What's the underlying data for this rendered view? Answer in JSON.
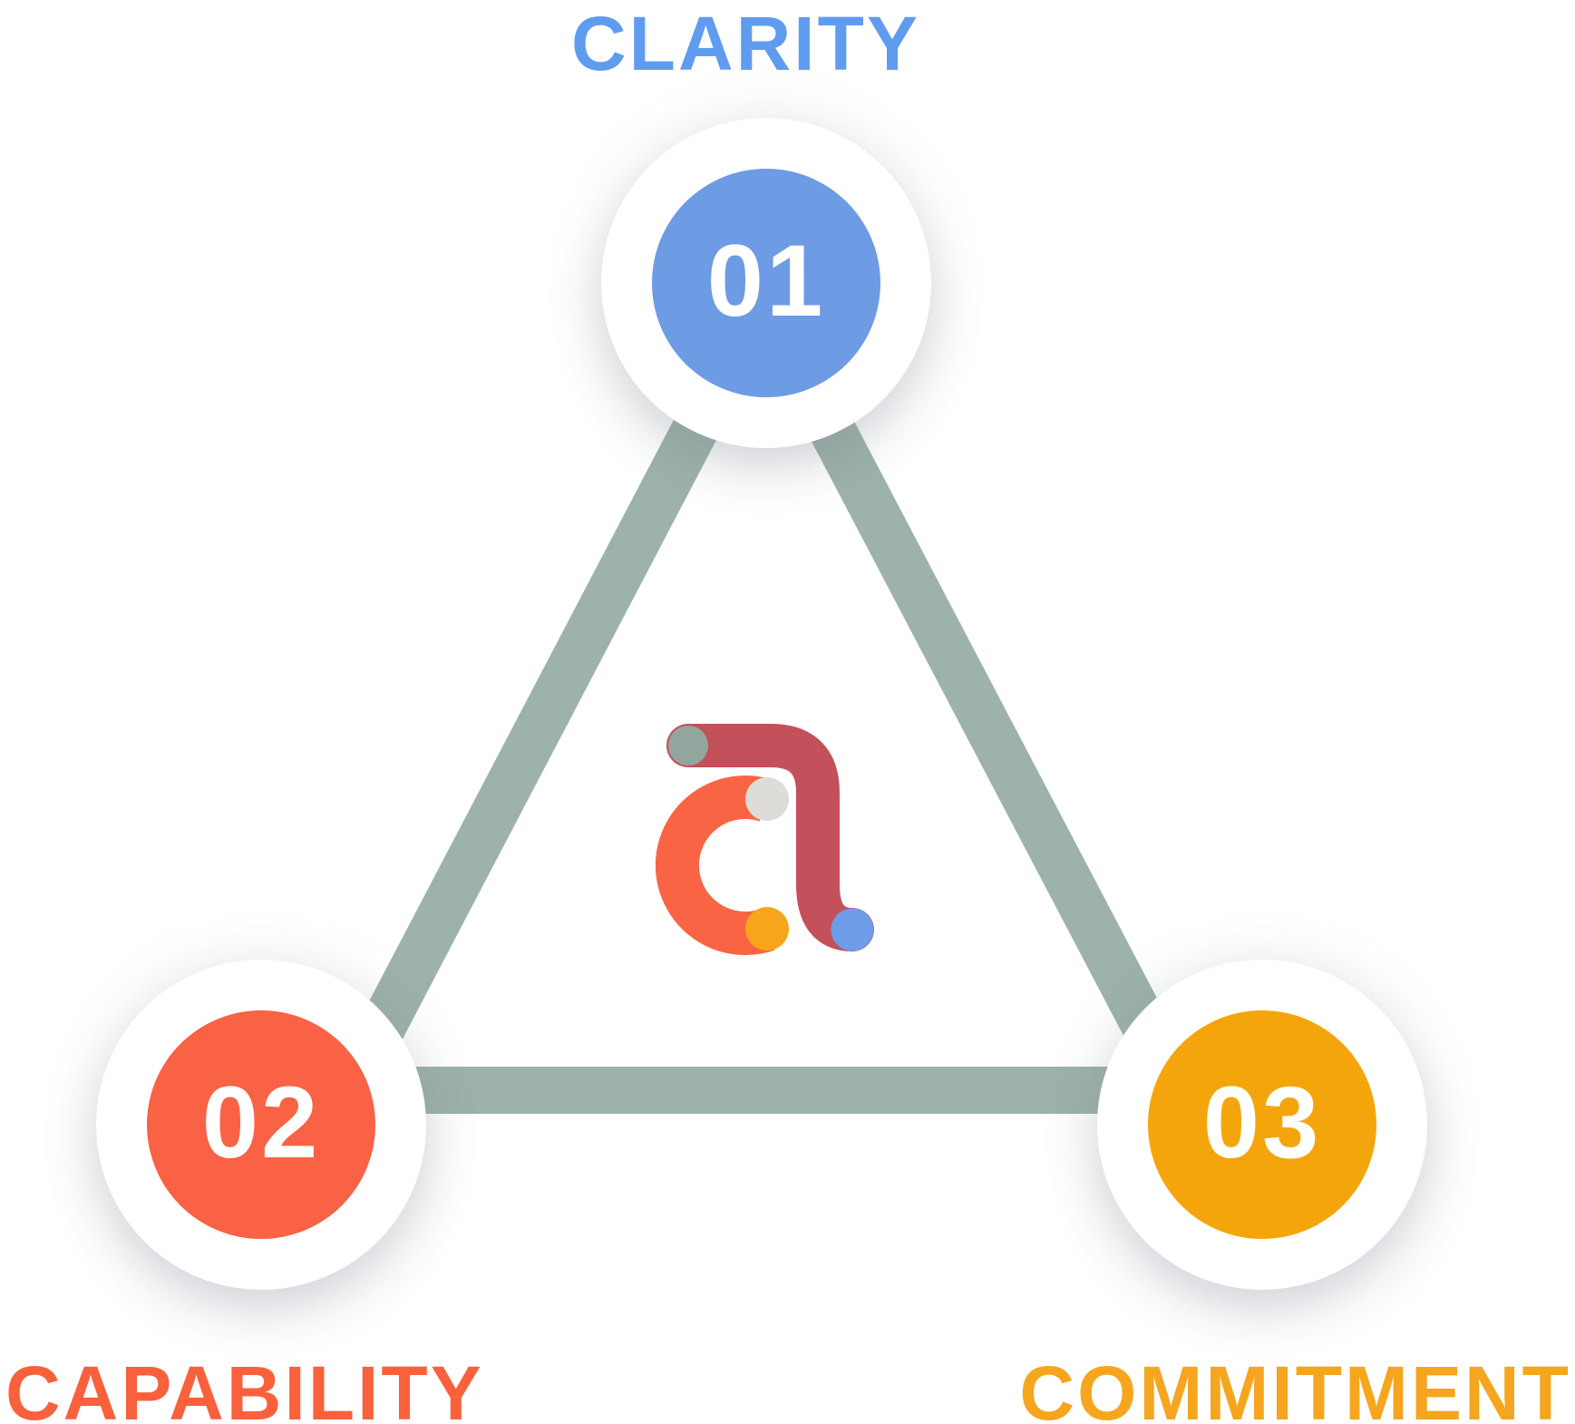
{
  "diagram_title": "Clarity Capability Commitment triangle",
  "nodes": [
    {
      "id": "clarity",
      "number": "01",
      "label": "CLARITY",
      "circle_color": "#6D9BE4",
      "label_color": "#5F9CF0"
    },
    {
      "id": "capability",
      "number": "02",
      "label": "CAPABILITY",
      "circle_color": "#F96245",
      "label_color": "#F9613D"
    },
    {
      "id": "commitment",
      "number": "03",
      "label": "COMMITMENT",
      "circle_color": "#F5A50C",
      "label_color": "#F6A51E"
    }
  ],
  "connector_color": "#9DB2AA",
  "logo": {
    "name": "a-mark-logo",
    "red_stroke": "#C4505B",
    "orange_stroke": "#F96544",
    "sage_dot": "#92A69E",
    "gray_dot": "#DEDCD6",
    "amber_dot": "#F7A51B",
    "blue_dot": "#6D9CE8"
  }
}
